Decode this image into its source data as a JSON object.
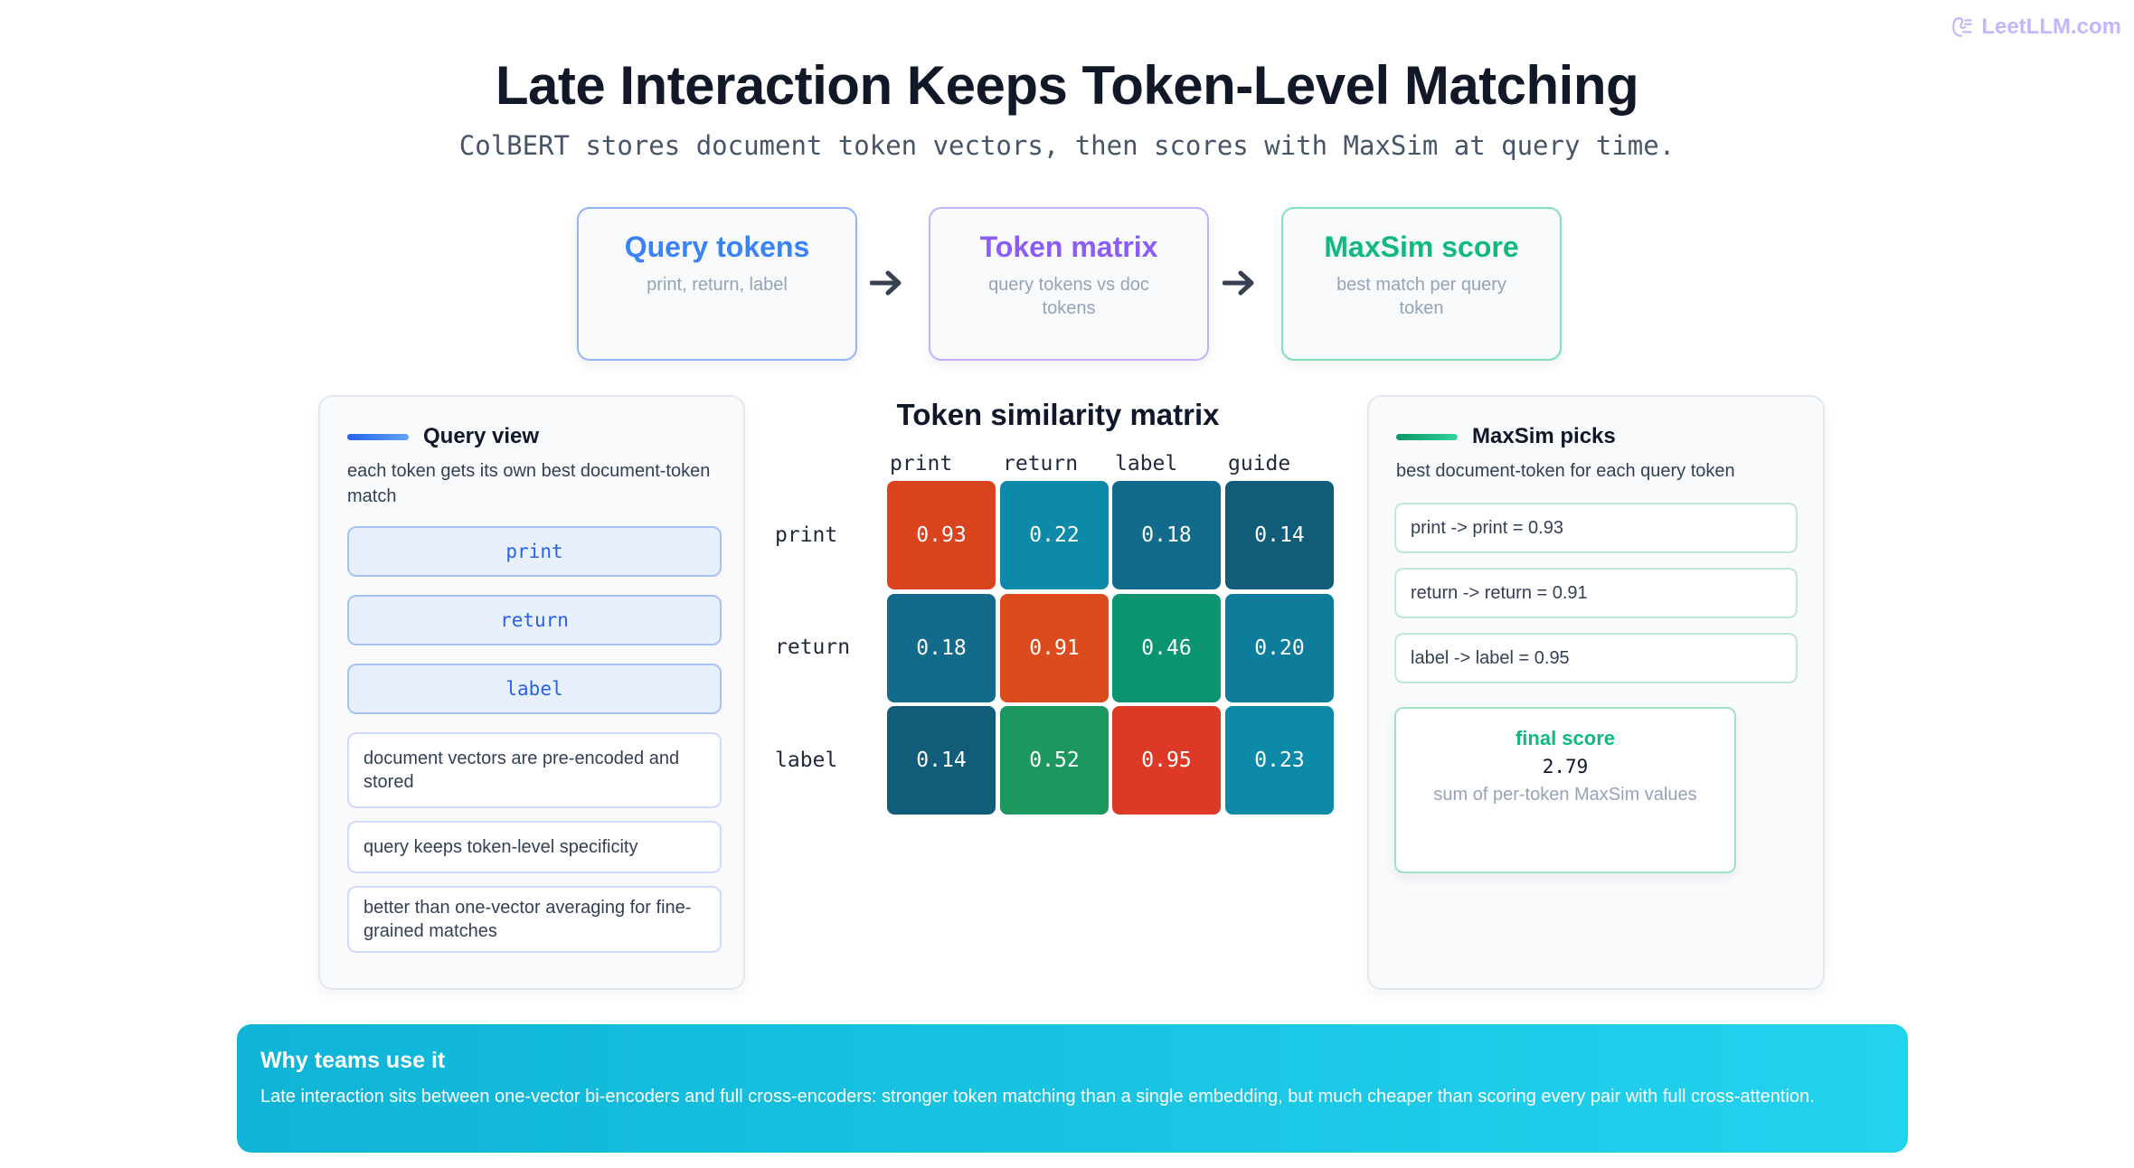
{
  "brand": {
    "name": "LeetLLM.com",
    "icon": "leetllm-logo-icon",
    "color": "#c4b5fd"
  },
  "header": {
    "title": "Late Interaction Keeps Token-Level Matching",
    "subtitle": "ColBERT stores document token vectors, then scores with MaxSim at query time."
  },
  "flow": [
    {
      "title": "Query tokens",
      "subtitle": "print, return, label",
      "color": "#3b82f6"
    },
    {
      "title": "Token matrix",
      "subtitle": "query tokens vs doc tokens",
      "color": "#8b5cf6"
    },
    {
      "title": "MaxSim score",
      "subtitle": "best match per query token",
      "color": "#10b981"
    }
  ],
  "query_view": {
    "title": "Query view",
    "description": "each token gets its own best document-token match",
    "tokens": [
      "print",
      "return",
      "label"
    ],
    "notes": [
      "document vectors are pre-encoded and stored",
      "query keeps token-level specificity",
      "better than one-vector averaging for fine-grained matches"
    ]
  },
  "maxsim_picks": {
    "title": "MaxSim picks",
    "description": "best document-token for each query token",
    "picks": [
      "print -> print = 0.93",
      "return -> return = 0.91",
      "label -> label = 0.95"
    ],
    "final": {
      "label": "final score",
      "value": "2.79",
      "description": "sum of per-token MaxSim values"
    }
  },
  "chart_data": {
    "type": "heatmap",
    "title": "Token similarity matrix",
    "x": [
      "print",
      "return",
      "label",
      "guide"
    ],
    "y": [
      "print",
      "return",
      "label"
    ],
    "values": [
      [
        0.93,
        0.22,
        0.18,
        0.14
      ],
      [
        0.18,
        0.91,
        0.46,
        0.2
      ],
      [
        0.14,
        0.52,
        0.95,
        0.23
      ]
    ],
    "value_labels": [
      [
        "0.93",
        "0.22",
        "0.18",
        "0.14"
      ],
      [
        "0.18",
        "0.91",
        "0.46",
        "0.20"
      ],
      [
        "0.14",
        "0.52",
        "0.95",
        "0.23"
      ]
    ],
    "cell_colors": [
      [
        "#d9441f",
        "#0c8aa8",
        "#136b8c",
        "#115d79"
      ],
      [
        "#136b8c",
        "#dc4b1b",
        "#0a9470",
        "#0d7d9b"
      ],
      [
        "#115d79",
        "#1c9760",
        "#dc3a26",
        "#0c8aa8"
      ]
    ]
  },
  "banner": {
    "title": "Why teams use it",
    "text": "Late interaction sits between one-vector bi-encoders and full cross-encoders: stronger token matching than a single embedding, but much cheaper than scoring every pair with full cross-attention."
  }
}
